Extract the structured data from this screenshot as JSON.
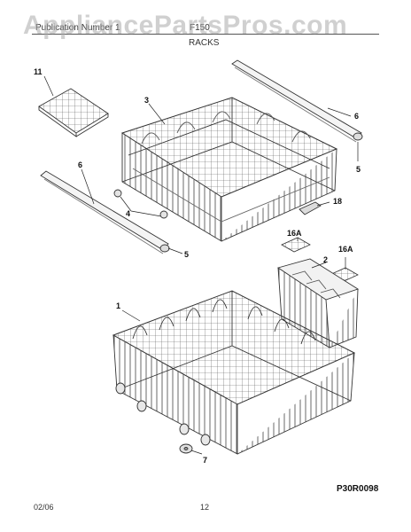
{
  "header": {
    "line1": "Publication Number 1",
    "model": "F150",
    "section": "RACKS",
    "watermark": "AppliancePartsPros.com"
  },
  "callouts": {
    "c11": "11",
    "c3": "3",
    "c6a": "6",
    "c5a": "5",
    "c6b": "6",
    "c4": "4",
    "c5b": "5",
    "c18": "18",
    "c16a1": "16A",
    "c16a2": "16A",
    "c2": "2",
    "c1": "1",
    "c7": "7"
  },
  "diagram_code": "P30R0098",
  "footer": {
    "date": "02/06",
    "page": "12"
  }
}
